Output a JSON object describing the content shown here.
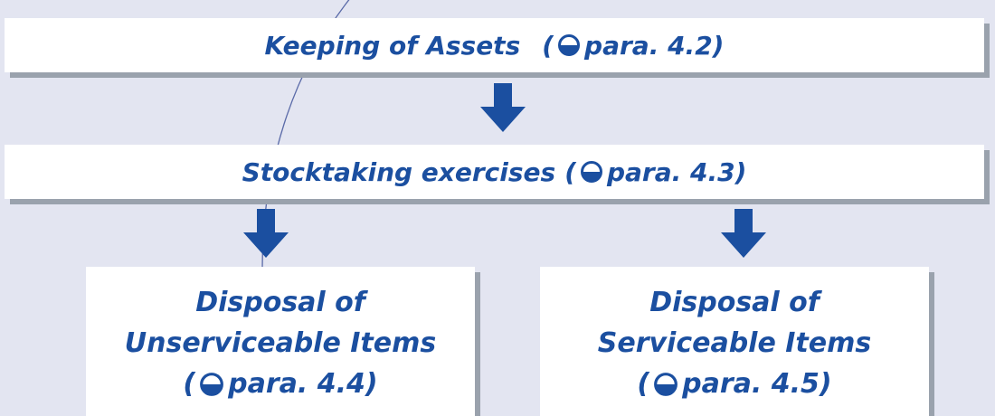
{
  "colors": {
    "background": "#e3e5f1",
    "box_fill": "#ffffff",
    "text": "#1b4fa0",
    "arrow": "#1b4fa0",
    "shadow": "#9aa2ad"
  },
  "nodes": {
    "keeping": {
      "title": "Keeping of Assets",
      "ref_open": "(",
      "ref_text": "para. 4.2)"
    },
    "stocktaking": {
      "title": "Stocktaking exercises",
      "ref_open": "(",
      "ref_text": "para. 4.3)"
    },
    "unserviceable": {
      "line1": "Disposal of",
      "line2": "Unserviceable Items",
      "ref_open": "(",
      "ref_text": "para. 4.4)"
    },
    "serviceable": {
      "line1": "Disposal of",
      "line2": "Serviceable Items",
      "ref_open": "(",
      "ref_text": "para. 4.5)"
    }
  },
  "icons": {
    "reference": "half-filled-circle-icon",
    "flow": "down-arrow-icon"
  }
}
